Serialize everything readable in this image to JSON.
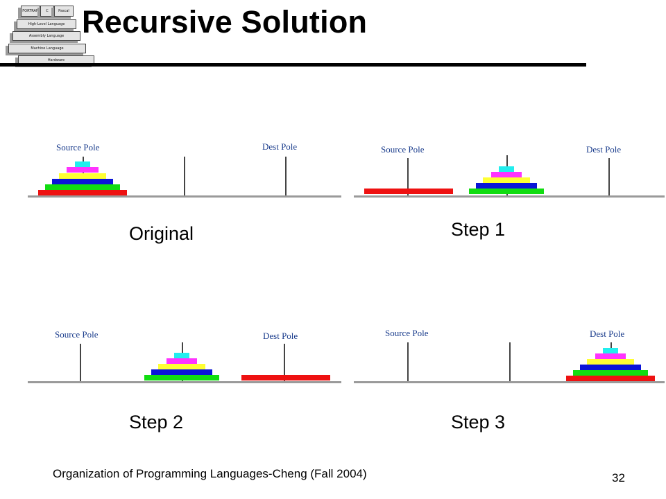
{
  "logo": {
    "layers": [
      "FORTRAN",
      "C",
      "Pascal",
      "High-Level Language",
      "Assembly Language",
      "Machine Language",
      "Hardware"
    ]
  },
  "title": "Recursive Solution",
  "pole_labels": {
    "source": "Source Pole",
    "dest": "Dest Pole"
  },
  "colors": {
    "red": "#ee1111",
    "green": "#11dd11",
    "blue": "#0a14d8",
    "yellow": "#ffff33",
    "magenta": "#ff33ff",
    "cyan": "#22eeee"
  },
  "panels": [
    {
      "caption": "Original",
      "disks_on_pole": [
        "source"
      ]
    },
    {
      "caption": "Step 1",
      "disks_on_pole": [
        "source-bottom",
        "middle-rest"
      ]
    },
    {
      "caption": "Step 2",
      "disks_on_pole": [
        "middle-rest",
        "dest-bottom"
      ]
    },
    {
      "caption": "Step 3",
      "disks_on_pole": [
        "dest"
      ]
    }
  ],
  "footer": "Organization of Programming Languages-Cheng (Fall 2004)",
  "page_number": "32"
}
